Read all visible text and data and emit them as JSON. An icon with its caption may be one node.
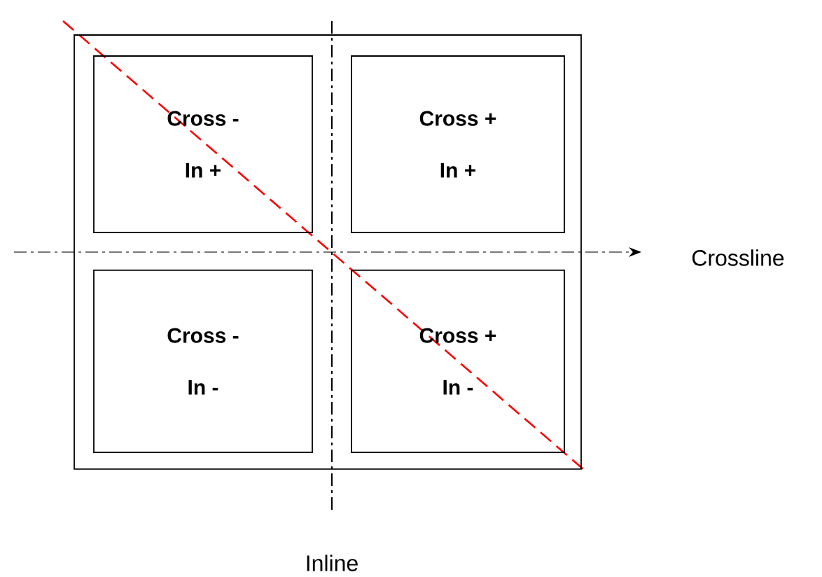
{
  "diagram": {
    "nodes": [
      {
        "text": [],
        "shape": "box"
      },
      {
        "text": [
          "Cross -",
          "In +"
        ],
        "in": 0
      },
      {
        "text": [
          "Cross +",
          "In +"
        ],
        "in": 0
      },
      {
        "text": [
          "Cross -",
          "In -"
        ],
        "in": 0
      },
      {
        "text": [
          "Cross +",
          "In -"
        ],
        "in": 0
      }
    ],
    "labels": [
      "Crossline",
      "Inline"
    ]
  }
}
